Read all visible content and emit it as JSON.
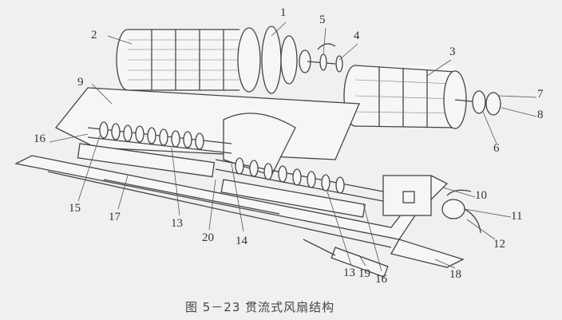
{
  "caption": "图 5－23   贯流式风扇结构",
  "labels": {
    "l1": "1",
    "l2": "2",
    "l3": "3",
    "l4": "4",
    "l5": "5",
    "l6": "6",
    "l7": "7",
    "l8": "8",
    "l9": "9",
    "l10": "10",
    "l11": "11",
    "l12": "12",
    "l13a": "13",
    "l13b": "13",
    "l14": "14",
    "l15": "15",
    "l16a": "16",
    "l16b": "16",
    "l17": "17",
    "l18": "18",
    "l19": "19",
    "l20": "20"
  }
}
